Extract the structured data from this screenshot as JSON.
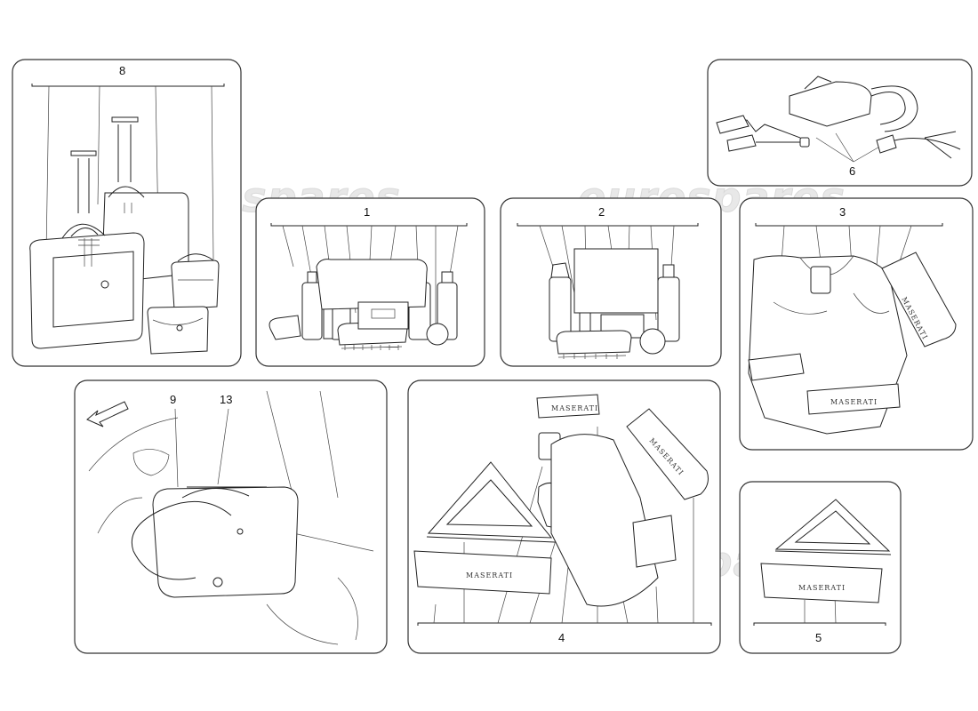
{
  "watermark": "eurospares",
  "brand_text": "MASERATI",
  "panels": [
    {
      "id": "luggage",
      "callout": "8"
    },
    {
      "id": "charger",
      "callout": "6"
    },
    {
      "id": "care-kit-a",
      "callout": "1"
    },
    {
      "id": "care-kit-b",
      "callout": "2"
    },
    {
      "id": "cover",
      "callout": "3"
    },
    {
      "id": "installed-bag",
      "callouts": [
        "9",
        "13"
      ]
    },
    {
      "id": "emergency-kit",
      "callout": "4"
    },
    {
      "id": "triangle",
      "callout": "5"
    }
  ]
}
